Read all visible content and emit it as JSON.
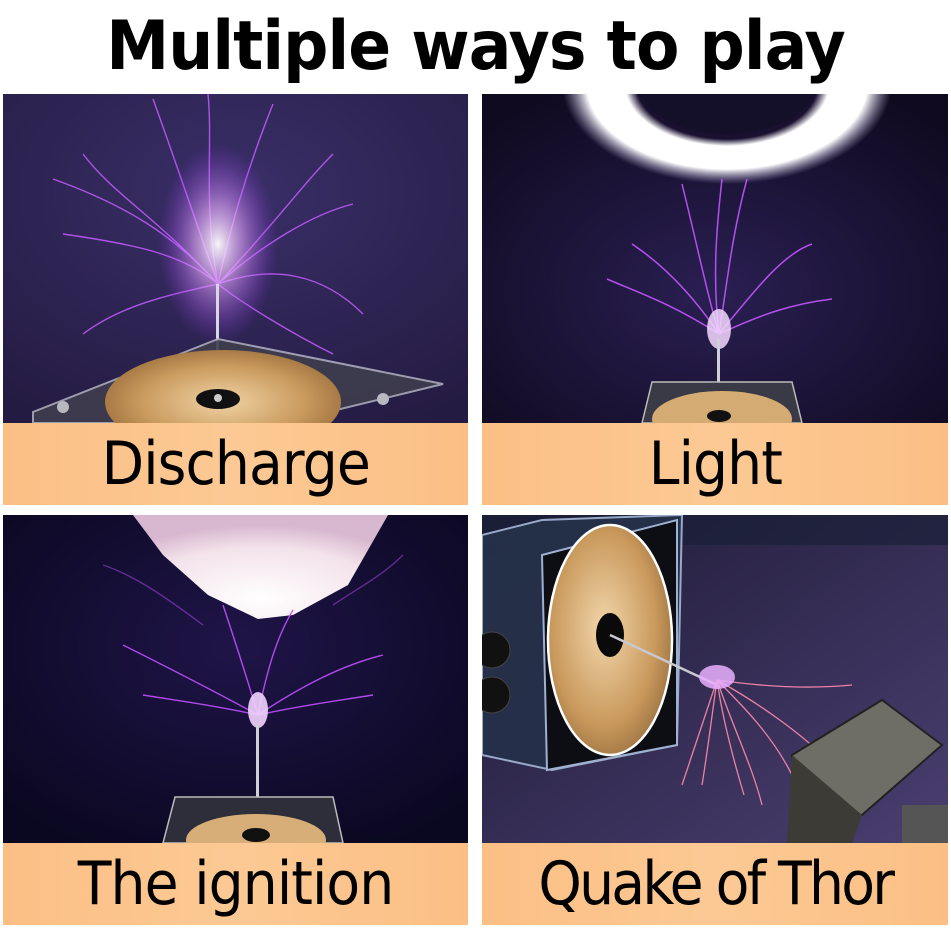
{
  "header": {
    "title": "Multiple ways to play"
  },
  "panels": [
    {
      "id": "discharge",
      "label": "Discharge",
      "scene": "tesla coil with purple plasma arcs branching upward from a metal rod on a copper coil base",
      "background": "#2d2350"
    },
    {
      "id": "light",
      "label": "Light",
      "scene": "glowing white ring lamp above tesla coil arcs",
      "background": "#120c24"
    },
    {
      "id": "ignition",
      "label": "The ignition",
      "scene": "paper ignited by purple plasma arcs above tesla coil",
      "background": "#0c0824"
    },
    {
      "id": "quake-of-thor",
      "label": "Quake of Thor",
      "scene": "side-mounted tesla coil with control knobs firing arcs at a Thor hammer",
      "background": "#2a2440"
    }
  ],
  "colors": {
    "label_band": "#fcc48c",
    "label_text": "#000000",
    "plasma": "#c04cff",
    "plasma_core": "#f3dcff",
    "coil_copper": "#d7ae78"
  }
}
